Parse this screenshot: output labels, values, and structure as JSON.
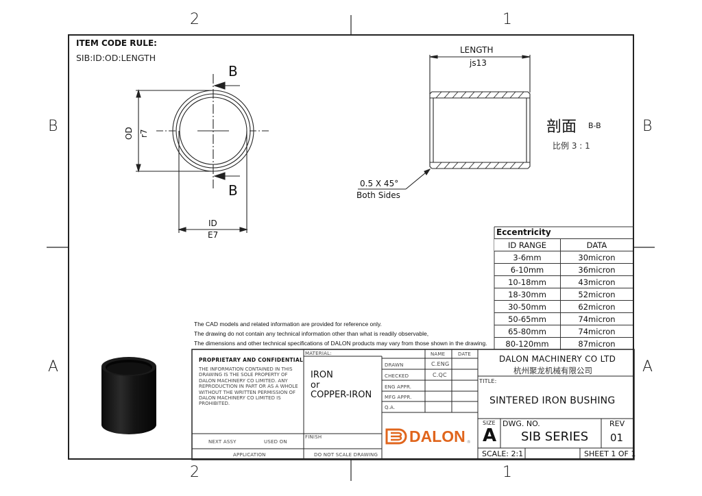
{
  "sheet": {
    "zones_top": [
      "2",
      "1"
    ],
    "zones_bottom": [
      "2",
      "1"
    ],
    "zones_left": [
      "B",
      "A"
    ],
    "zones_right": [
      "B",
      "A"
    ]
  },
  "item_code": {
    "title": "ITEM CODE RULE:",
    "rule": "SIB:ID:OD:LENGTH"
  },
  "front_view": {
    "section_label_top": "B",
    "section_label_bottom": "B",
    "od_label": "OD",
    "od_tolerance": "r7",
    "id_label": "ID",
    "id_tolerance": "E7"
  },
  "section_view": {
    "length_label": "LENGTH",
    "length_tolerance": "js13",
    "title_cn": "剖面",
    "title_ref": "B-B",
    "scale_label": "比例 3 : 1",
    "chamfer_note": "0.5 X 45°",
    "chamfer_note_2": "Both Sides"
  },
  "eccentricity": {
    "title": "Eccentricity",
    "headers": [
      "ID RANGE",
      "DATA"
    ],
    "rows": [
      [
        "3-6mm",
        "30micron"
      ],
      [
        "6-10mm",
        "36micron"
      ],
      [
        "10-18mm",
        "43micron"
      ],
      [
        "18-30mm",
        "52micron"
      ],
      [
        "30-50mm",
        "62micron"
      ],
      [
        "50-65mm",
        "74micron"
      ],
      [
        "65-80mm",
        "74micron"
      ],
      [
        "80-120mm",
        "87micron"
      ]
    ]
  },
  "disclaimer": {
    "line1": "The CAD models and related information are provided for reference only.",
    "line2": "The drawing do not contain any technical information other than what is readily observable,",
    "line3": "The dimensions and other technical specifications of DALON products may vary from those shown in the drawing."
  },
  "title_block": {
    "proprietary_title": "PROPRIETARY AND CONFIDENTIAL",
    "proprietary_text": "THE INFORMATION CONTAINED IN THIS DRAWING IS THE SOLE PROPERTY OF DALON MACHINERY CO LIMITED. ANY REPRODUCTION IN PART OR AS A WHOLE WITHOUT THE WRITTEN PERMISSION OF DALON MACHINERY CO LIMITED IS PROHIBITED.",
    "next_assy": "NEXT ASSY",
    "used_on": "USED ON",
    "application": "APPLICATION",
    "material_label": "MATERIAL:",
    "material_line1": "IRON",
    "material_line2": "or",
    "material_line3": "COPPER-IRON",
    "finish_label": "FINISH",
    "do_not_scale": "DO NOT SCALE DRAWING",
    "name_header": "NAME",
    "date_header": "DATE",
    "approvals": [
      {
        "role": "DRAWN",
        "name": "C.ENG",
        "date": ""
      },
      {
        "role": "CHECKED",
        "name": "C.QC",
        "date": ""
      },
      {
        "role": "ENG APPR.",
        "name": "",
        "date": ""
      },
      {
        "role": "MFG APPR.",
        "name": "",
        "date": ""
      },
      {
        "role": "Q.A.",
        "name": "",
        "date": ""
      }
    ],
    "logo_text": "DALON",
    "logo_mark": "®",
    "brand_color": "#e0651c",
    "company_en": "DALON MACHINERY CO LTD",
    "company_cn": "杭州聚龙机械有限公司",
    "title_label": "TITLE:",
    "title_value": "SINTERED IRON BUSHING",
    "size_label": "SIZE",
    "size_value": "A",
    "dwg_no_label": "DWG.  NO.",
    "dwg_no_value": "SIB SERIES",
    "rev_label": "REV",
    "rev_value": "01",
    "scale": "SCALE: 2:1",
    "sheet": "SHEET 1 OF 1"
  }
}
